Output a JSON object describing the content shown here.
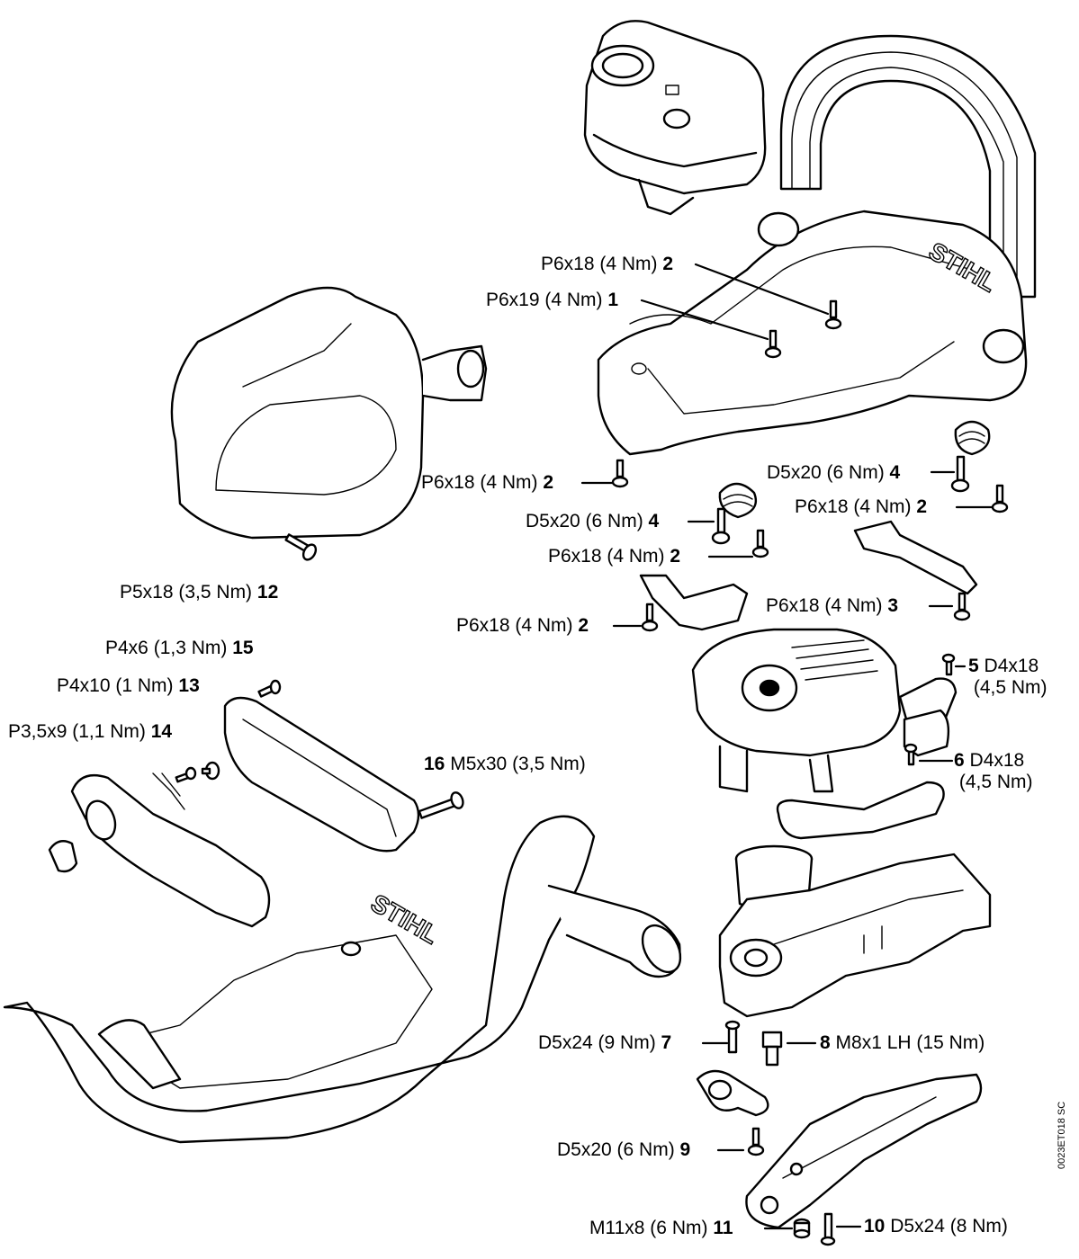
{
  "callouts": [
    {
      "id": "c1",
      "spec": "P6x18 (4 Nm)",
      "num": "2"
    },
    {
      "id": "c2",
      "spec": "P6x19 (4 Nm)",
      "num": "1"
    },
    {
      "id": "c3",
      "spec": "P6x18 (4 Nm)",
      "num": "2"
    },
    {
      "id": "c4",
      "spec": "D5x20 (6 Nm)",
      "num": "4"
    },
    {
      "id": "c5",
      "spec": "P6x18 (4 Nm)",
      "num": "2"
    },
    {
      "id": "c6",
      "spec": "D5x20 (6 Nm)",
      "num": "4"
    },
    {
      "id": "c7",
      "spec": "P6x18 (4 Nm)",
      "num": "2"
    },
    {
      "id": "c8",
      "spec": "P5x18 (3,5 Nm)",
      "num": "12"
    },
    {
      "id": "c9",
      "spec": "P6x18 (4 Nm)",
      "num": "3"
    },
    {
      "id": "c10",
      "spec": "P6x18 (4 Nm)",
      "num": "2"
    },
    {
      "id": "c11",
      "spec": "P4x6 (1,3 Nm)",
      "num": "15"
    },
    {
      "id": "c12",
      "num": "5",
      "spec_line1": "D4x18",
      "spec_line2": "(4,5 Nm)"
    },
    {
      "id": "c13",
      "spec": "P4x10 (1 Nm)",
      "num": "13"
    },
    {
      "id": "c14",
      "spec": "P3,5x9 (1,1 Nm)",
      "num": "14"
    },
    {
      "id": "c15",
      "num": "16",
      "spec": "M5x30 (3,5 Nm)"
    },
    {
      "id": "c16",
      "num": "6",
      "spec_line1": "D4x18",
      "spec_line2": "(4,5 Nm)"
    },
    {
      "id": "c17",
      "spec": "D5x24 (9 Nm)",
      "num": "7"
    },
    {
      "id": "c18",
      "num": "8",
      "spec": "M8x1 LH (15 Nm)"
    },
    {
      "id": "c19",
      "spec": "D5x20 (6 Nm)",
      "num": "9"
    },
    {
      "id": "c20",
      "spec": "M11x8 (6 Nm)",
      "num": "11"
    },
    {
      "id": "c21",
      "num": "10",
      "spec": "D5x24 (8 Nm)"
    }
  ],
  "brand_logo_text": "STIHL",
  "drawing_code": "0023ET018 SC"
}
